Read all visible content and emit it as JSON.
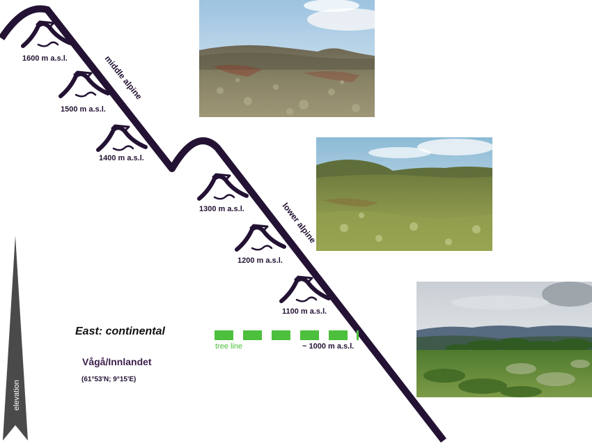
{
  "elevation_levels": [
    {
      "label": "1600 m a.s.l."
    },
    {
      "label": "1500 m a.s.l."
    },
    {
      "label": "1400 m a.s.l."
    },
    {
      "label": "1300 m a.s.l."
    },
    {
      "label": "1200 m a.s.l."
    },
    {
      "label": "1100 m a.s.l."
    }
  ],
  "zones": {
    "middle": "middle alpine",
    "lower": "lower alpine"
  },
  "treeline": {
    "label": "tree line",
    "elevation": "~ 1000 m a.s.l.",
    "color": "#4cbf3c"
  },
  "site": {
    "region": "East: continental",
    "name": "Vågå/Innlandet",
    "coords": "(61°53'N; 9°15'E)",
    "name_color": "#3a1d4a"
  },
  "elevation_arrow": {
    "label": "elevation",
    "color": "#4a4a4a"
  },
  "profile_color": "#231233",
  "photos": [
    {
      "name": "middle-alpine-photo"
    },
    {
      "name": "lower-alpine-photo"
    },
    {
      "name": "treeline-photo"
    }
  ]
}
